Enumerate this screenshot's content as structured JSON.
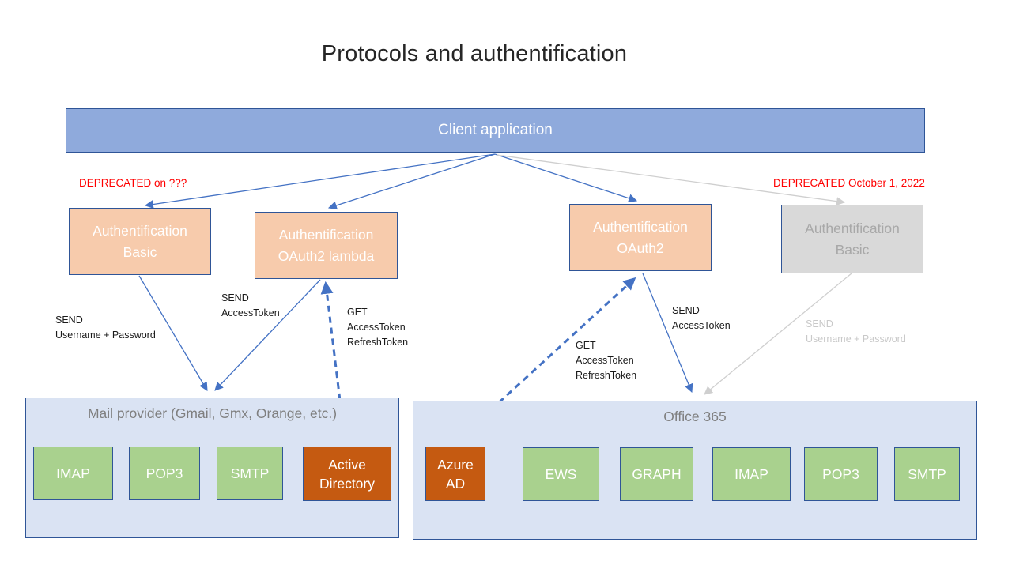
{
  "title": "Protocols and authentification",
  "client_box": {
    "label": "Client application"
  },
  "deprecated": {
    "left": "DEPRECATED on ???",
    "right": "DEPRECATED October 1, 2022"
  },
  "auth_boxes": {
    "basic_left": {
      "line1": "Authentification",
      "line2": "Basic"
    },
    "oauth2_lambda": {
      "line1": "Authentification",
      "line2": "OAuth2 lambda"
    },
    "oauth2": {
      "line1": "Authentification",
      "line2": "OAuth2"
    },
    "basic_right": {
      "line1": "Authentification",
      "line2": "Basic"
    }
  },
  "arrow_labels": {
    "send_user_left": {
      "l1": "SEND",
      "l2": "Username + Password"
    },
    "send_token_left": {
      "l1": "SEND",
      "l2": "AccessToken"
    },
    "get_tokens_left": {
      "l1": "GET",
      "l2": "AccessToken",
      "l3": "RefreshToken"
    },
    "get_tokens_right": {
      "l1": "GET",
      "l2": "AccessToken",
      "l3": "RefreshToken"
    },
    "send_token_right": {
      "l1": "SEND",
      "l2": "AccessToken"
    },
    "send_user_right": {
      "l1": "SEND",
      "l2": "Username + Password"
    }
  },
  "mail_provider": {
    "title": "Mail provider (Gmail, Gmx, Orange, etc.)",
    "boxes": [
      {
        "label": "IMAP"
      },
      {
        "label": "POP3"
      },
      {
        "label": "SMTP"
      },
      {
        "label": "Active Directory"
      }
    ]
  },
  "office365": {
    "title": "Office 365",
    "boxes": [
      {
        "label": "Azure AD"
      },
      {
        "label": "EWS"
      },
      {
        "label": "GRAPH"
      },
      {
        "label": "IMAP"
      },
      {
        "label": "POP3"
      },
      {
        "label": "SMTP"
      }
    ]
  },
  "colors": {
    "client-fill": "#8FAADC",
    "box-border": "#2F5597",
    "orange-fill": "#F7CBAC",
    "gray-fill": "#D9D9D9",
    "gray-text": "#A8A8A8",
    "container-fill": "#DAE3F3",
    "green-fill": "#A9D18E",
    "dark-orange-fill": "#C55A11",
    "arrow-blue": "#4472C4",
    "arrow-gray": "#CFCFCF",
    "deprecated-red": "#FF0000",
    "container-title": "#7F7F7F",
    "label-dark": "#1A1A1A",
    "label-gray": "#C9C9C9"
  }
}
